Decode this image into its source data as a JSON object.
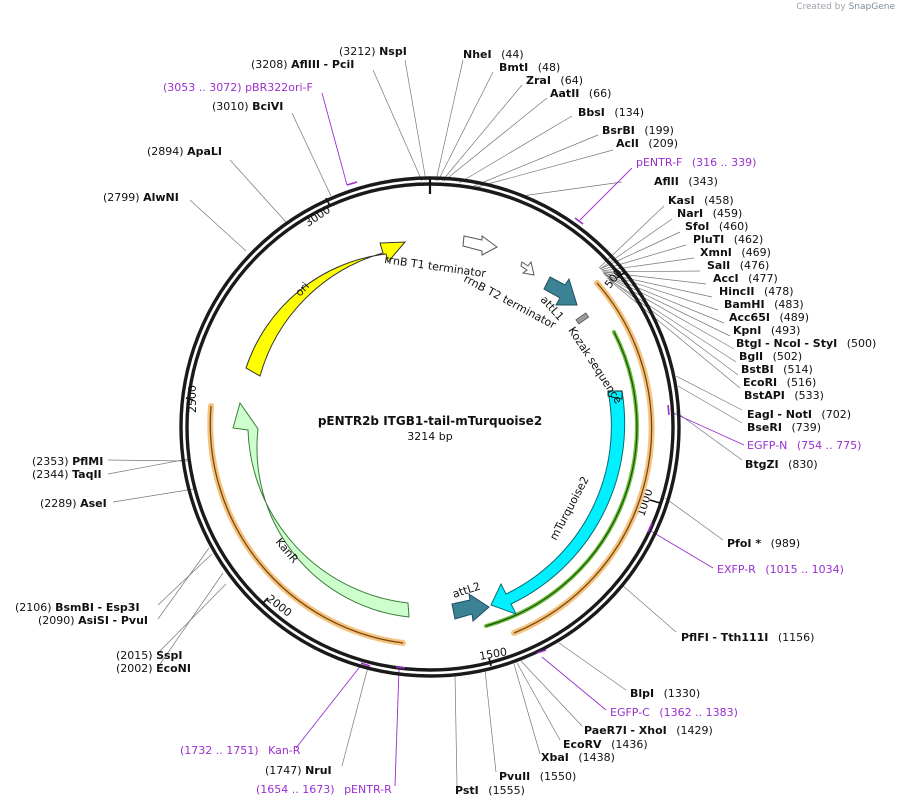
{
  "credit": {
    "prefix": "Created by",
    "brand": "SnapGene"
  },
  "plasmid": {
    "name": "pENTR2b ITGB1-tail-mTurquoise2",
    "length": "3214 bp"
  },
  "ticks": [
    "500",
    "1000",
    "1500",
    "2000",
    "2500",
    "3000"
  ],
  "features": {
    "ori": "ori",
    "t1": "rrnB T1 terminator",
    "t2": "rrnB T2 terminator",
    "attL1": "attL1",
    "kozak": "Kozak sequence",
    "mturq": "mTurquoise2",
    "attL2": "attL2",
    "kanr": "KanR"
  },
  "sites": {
    "nsp": {
      "name": "NspI",
      "pos": "(3212)"
    },
    "afl3": {
      "pos": "(3208)",
      "name": "AflIII",
      "extra": "- PciI"
    },
    "bciv": {
      "pos": "(3010)",
      "name": "BciVI"
    },
    "apal": {
      "pos": "(2894)",
      "name": "ApaLI"
    },
    "alwn": {
      "pos": "(2799)",
      "name": "AlwNI"
    },
    "nhe": {
      "name": "NheI",
      "pos": "(44)"
    },
    "bmt": {
      "name": "BmtI",
      "pos": "(48)"
    },
    "zra": {
      "name": "ZraI",
      "pos": "(64)"
    },
    "aat": {
      "name": "AatII",
      "pos": "(66)"
    },
    "bbs": {
      "name": "BbsI",
      "pos": "(134)"
    },
    "bsrb": {
      "name": "BsrBI",
      "pos": "(199)"
    },
    "acl": {
      "name": "AclI",
      "pos": "(209)"
    },
    "afl2": {
      "name": "AflII",
      "pos": "(343)"
    },
    "kas": {
      "name": "KasI",
      "pos": "(458)"
    },
    "nar": {
      "name": "NarI",
      "pos": "(459)"
    },
    "sfo": {
      "name": "SfoI",
      "pos": "(460)"
    },
    "plu": {
      "name": "PluTI",
      "pos": "(462)"
    },
    "xmn": {
      "name": "XmnI",
      "pos": "(469)"
    },
    "sal": {
      "name": "SalI",
      "pos": "(476)"
    },
    "acc": {
      "name": "AccI",
      "pos": "(477)"
    },
    "hinc": {
      "name": "HincII",
      "pos": "(478)"
    },
    "bamh": {
      "name": "BamHI",
      "pos": "(483)"
    },
    "acc65": {
      "name": "Acc65I",
      "pos": "(489)"
    },
    "kpn": {
      "name": "KpnI",
      "pos": "(493)"
    },
    "btg": {
      "name": "BtgI",
      "n2": "- NcoI",
      "n3": "- StyI",
      "pos": "(500)"
    },
    "bgl": {
      "name": "BglI",
      "pos": "(502)"
    },
    "bstb": {
      "name": "BstBI",
      "pos": "(514)"
    },
    "ecori": {
      "name": "EcoRI",
      "pos": "(516)"
    },
    "bstap": {
      "name": "BstAPI",
      "pos": "(533)"
    },
    "eag": {
      "name": "EagI",
      "n2": "- NotI",
      "pos": "(702)"
    },
    "bser": {
      "name": "BseRI",
      "pos": "(739)"
    },
    "btgz": {
      "name": "BtgZI",
      "pos": "(830)"
    },
    "pfo": {
      "name": "PfoI *",
      "pos": "(989)"
    },
    "pflf": {
      "name": "PflFI",
      "n2": "- Tth111I",
      "pos": "(1156)"
    },
    "blp": {
      "name": "BlpI",
      "pos": "(1330)"
    },
    "paer": {
      "name": "PaeR7I",
      "n2": "- XhoI",
      "pos": "(1429)"
    },
    "ecorv": {
      "name": "EcoRV",
      "pos": "(1436)"
    },
    "xba": {
      "name": "XbaI",
      "pos": "(1438)"
    },
    "pvu2": {
      "name": "PvuII",
      "pos": "(1550)"
    },
    "pst": {
      "name": "PstI",
      "pos": "(1555)"
    },
    "nru": {
      "pos": "(1747)",
      "name": "NruI"
    },
    "ssp": {
      "pos": "(2015)",
      "name": "SspI"
    },
    "econ": {
      "pos": "(2002)",
      "name": "EcoNI"
    },
    "bsmb": {
      "pos": "(2106)",
      "name": "BsmBI",
      "n2": "- Esp3I"
    },
    "asis": {
      "pos": "(2090)",
      "name": "AsiSI",
      "n2": "- PvuI"
    },
    "ase": {
      "pos": "(2289)",
      "name": "AseI"
    },
    "pflm": {
      "pos": "(2353)",
      "name": "PflMI"
    },
    "taq": {
      "pos": "(2344)",
      "name": "TaqII"
    }
  },
  "primers": {
    "pbr": {
      "range": "(3053 .. 3072)",
      "name": "pBR322ori-F"
    },
    "pentrf": {
      "name": "pENTR-F",
      "range": "(316 .. 339)"
    },
    "egfpn": {
      "name": "EGFP-N",
      "range": "(754 .. 775)"
    },
    "exfpr": {
      "name": "EXFP-R",
      "range": "(1015 .. 1034)"
    },
    "egfpc": {
      "name": "EGFP-C",
      "range": "(1362 .. 1383)"
    },
    "kanr": {
      "range": "(1732 .. 1751)",
      "name": "Kan-R"
    },
    "pentrr": {
      "range": "(1654 .. 1673)",
      "name": "pENTR-R"
    }
  },
  "colors": {
    "backbone": "#1a1a1a",
    "ori": "#ffff00",
    "terminator": "#ffffff",
    "att": "#3b8394",
    "kozak": "#9b9b9b",
    "mturquoise": "#00f0ff",
    "kanr": "#ccffcc",
    "primer": "#9a2fd0",
    "orange_band": "#f4c37e",
    "green_band": "#4f9e2a"
  }
}
